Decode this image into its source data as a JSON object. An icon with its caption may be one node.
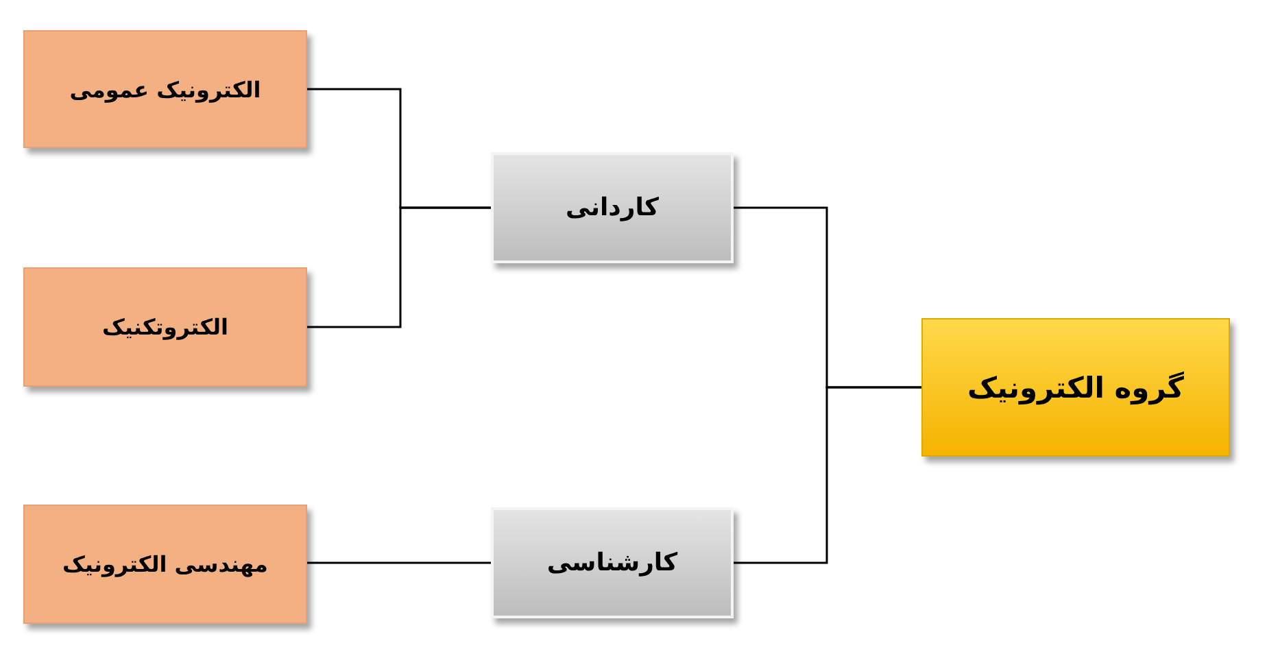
{
  "diagram": {
    "nodes": [
      {
        "text": [
          "گروه الکترونیک"
        ]
      },
      {
        "text": [
          "کاردانی"
        ]
      },
      {
        "text": [
          "کارشناسی"
        ]
      },
      {
        "text": [
          "الکترونیک عمومی"
        ]
      },
      {
        "text": [
          "الکتروتکنیک"
        ]
      },
      {
        "text": [
          "مهندسی الکترونیک"
        ]
      }
    ],
    "edges": [
      {
        "from": 0,
        "to": 1,
        "arrow": "none"
      },
      {
        "from": 0,
        "to": 2,
        "arrow": "none"
      },
      {
        "from": 1,
        "to": 3,
        "arrow": "none"
      },
      {
        "from": 1,
        "to": 4,
        "arrow": "none"
      },
      {
        "from": 2,
        "to": 5,
        "arrow": "none"
      }
    ]
  }
}
